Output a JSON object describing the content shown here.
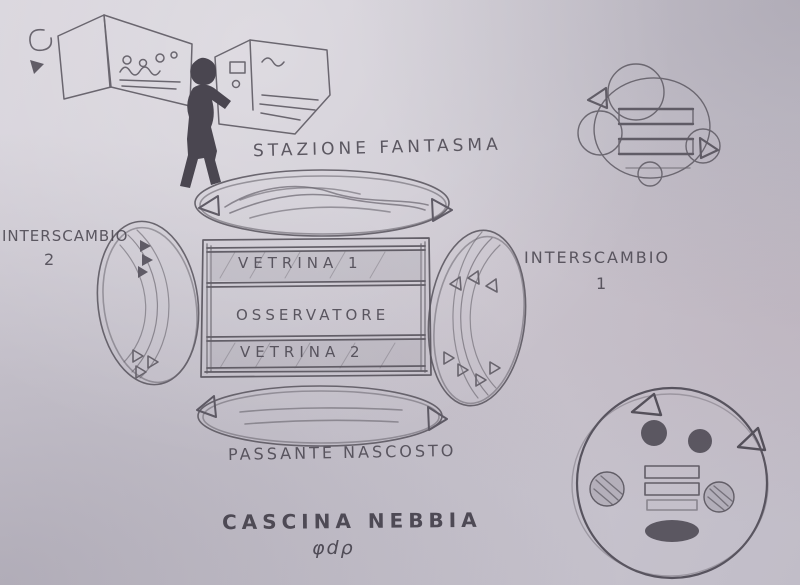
{
  "paper": {
    "colors": {
      "paper": "#cdc9d2",
      "pencil": "#57535c",
      "ink_dark": "#3f3b46"
    }
  },
  "labels": {
    "stazione": "STAZIONE FANTASMA",
    "interscambio2_line1": "INTERSCAMBIO",
    "interscambio2_line2": "2",
    "interscambio1_line1": "INTERSCAMBIO",
    "interscambio1_line2": "1",
    "vetrina1": "VETRINA 1",
    "osservatore": "OSSERVATORE",
    "vetrina2": "VETRINA 2",
    "passante": "PASSANTE NASCOSTO",
    "cascina": "CASCINA NEBBIA",
    "signature": "φdρ"
  }
}
